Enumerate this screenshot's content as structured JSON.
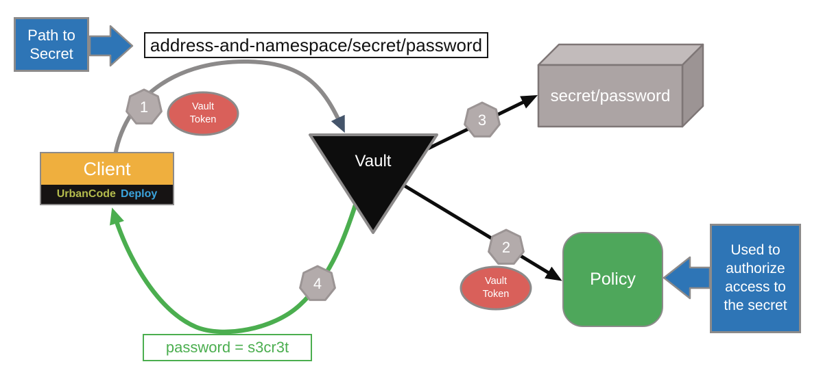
{
  "callouts": {
    "path_to_secret": "Path to Secret",
    "used_to_authorize": "Used to authorize access to the secret"
  },
  "labels": {
    "secret_path": "address-and-namespace/secret/password",
    "client": "Client",
    "client_brand_1": "UrbanCode",
    "client_brand_2": "Deploy",
    "vault": "Vault",
    "secret_password": "secret/password",
    "policy": "Policy",
    "vault_token": "Vault Token",
    "password_result": "password = s3cr3t"
  },
  "steps": [
    {
      "number": "1"
    },
    {
      "number": "2"
    },
    {
      "number": "3"
    },
    {
      "number": "4"
    }
  ],
  "colors": {
    "callout_blue": "#2E75B6",
    "outline_gray": "#8C8A8A",
    "flow_gray": "#8C8A8A",
    "flow_green": "#4BAE4F",
    "arrowhead_slate": "#44546A",
    "token_red": "#D9605A",
    "badge_gray": "#B3ABAB",
    "client_yellow": "#EFAF3E",
    "policy_green": "#4EA75B",
    "vault_black": "#0D0D0D",
    "cube_front": "#ACA4A4",
    "cube_top": "#C2BBBB",
    "cube_side": "#9C9494",
    "brand_olive": "#B5BC4D",
    "brand_cyan": "#3BA3DC"
  }
}
